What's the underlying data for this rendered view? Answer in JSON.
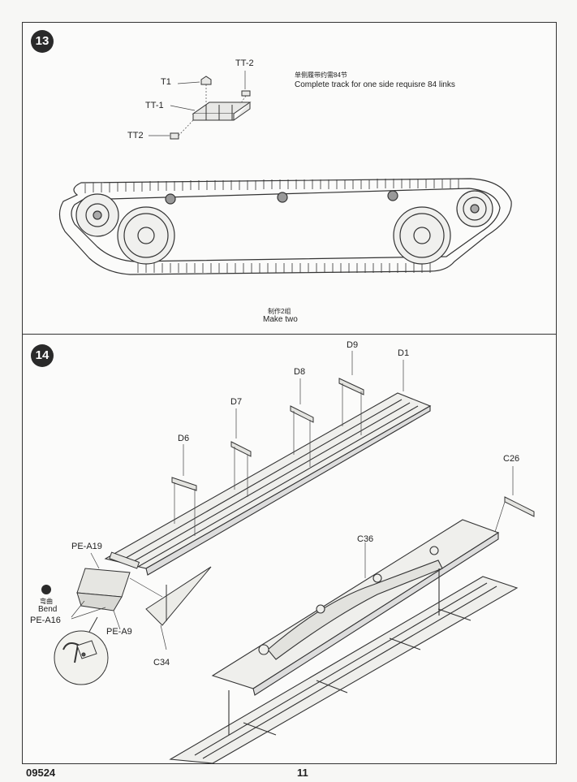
{
  "steps": {
    "step13": {
      "number": "13",
      "parts": {
        "t1": "T1",
        "tt1": "TT-1",
        "tt2_dash": "TT-2",
        "tt2": "TT2"
      },
      "note_zh": "单侧履带约需84节",
      "note_en": "Complete track for one side requisre 84 links",
      "make_zh": "制作2组",
      "make_en": "Make two"
    },
    "step14": {
      "number": "14",
      "parts": {
        "d9": "D9",
        "d1": "D1",
        "d8": "D8",
        "d7": "D7",
        "d6": "D6",
        "c26": "C26",
        "c36": "C36",
        "pe_a19": "PE-A19",
        "pe_a16": "PE-A16",
        "pe_a9": "PE-A9",
        "c34": "C34"
      },
      "bend_zh": "弯曲",
      "bend_en": "Bend"
    }
  },
  "footer": {
    "code": "09524",
    "page": "11"
  },
  "icons": {
    "bend": "bend-icon"
  }
}
